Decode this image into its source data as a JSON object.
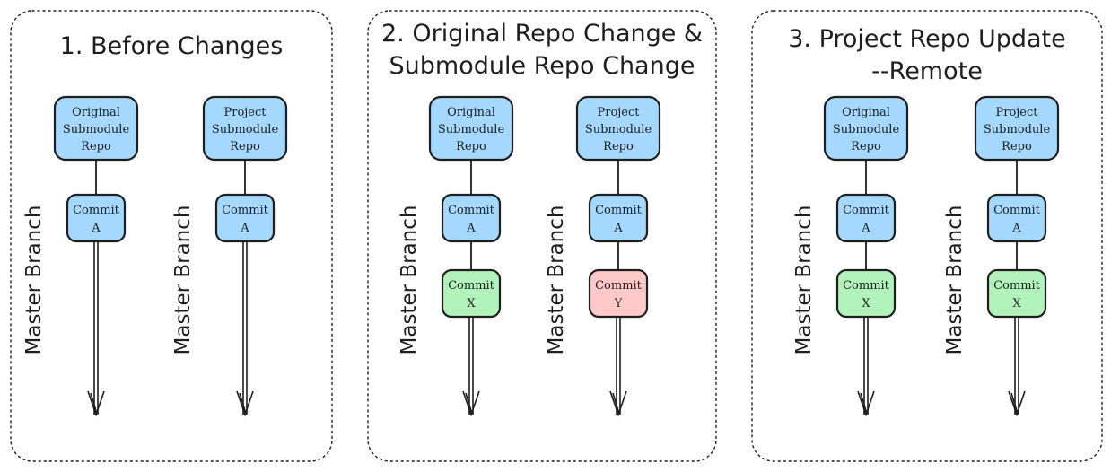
{
  "colors": {
    "repo_fill": "#a5d8ff",
    "commit_blue": "#a5d8ff",
    "commit_green": "#b2f2bb",
    "commit_red": "#ffc9c9",
    "stroke": "#1e1e1e"
  },
  "panels": [
    {
      "title_lines": [
        "1. Before Changes"
      ],
      "columns": [
        {
          "branch_label": "Master Branch",
          "repo_lines": [
            "Original",
            "Submodule",
            "Repo"
          ],
          "commits": [
            {
              "lines": [
                "Commit",
                "A"
              ],
              "color": "#a5d8ff"
            }
          ]
        },
        {
          "branch_label": "Master Branch",
          "repo_lines": [
            "Project",
            "Submodule",
            "Repo"
          ],
          "commits": [
            {
              "lines": [
                "Commit",
                "A"
              ],
              "color": "#a5d8ff"
            }
          ]
        }
      ]
    },
    {
      "title_lines": [
        "2. Original Repo Change &",
        "Submodule Repo Change"
      ],
      "columns": [
        {
          "branch_label": "Master Branch",
          "repo_lines": [
            "Original",
            "Submodule",
            "Repo"
          ],
          "commits": [
            {
              "lines": [
                "Commit",
                "A"
              ],
              "color": "#a5d8ff"
            },
            {
              "lines": [
                "Commit",
                "X"
              ],
              "color": "#b2f2bb"
            }
          ]
        },
        {
          "branch_label": "Master Branch",
          "repo_lines": [
            "Project",
            "Submodule",
            "Repo"
          ],
          "commits": [
            {
              "lines": [
                "Commit",
                "A"
              ],
              "color": "#a5d8ff"
            },
            {
              "lines": [
                "Commit",
                "Y"
              ],
              "color": "#ffc9c9"
            }
          ]
        }
      ]
    },
    {
      "title_lines": [
        "3. Project Repo Update",
        "--Remote"
      ],
      "columns": [
        {
          "branch_label": "Master Branch",
          "repo_lines": [
            "Original",
            "Submodule",
            "Repo"
          ],
          "commits": [
            {
              "lines": [
                "Commit",
                "A"
              ],
              "color": "#a5d8ff"
            },
            {
              "lines": [
                "Commit",
                "X"
              ],
              "color": "#b2f2bb"
            }
          ]
        },
        {
          "branch_label": "Master Branch",
          "repo_lines": [
            "Project",
            "Submodule",
            "Repo"
          ],
          "commits": [
            {
              "lines": [
                "Commit",
                "A"
              ],
              "color": "#a5d8ff"
            },
            {
              "lines": [
                "Commit",
                "X"
              ],
              "color": "#b2f2bb"
            }
          ]
        }
      ]
    }
  ]
}
